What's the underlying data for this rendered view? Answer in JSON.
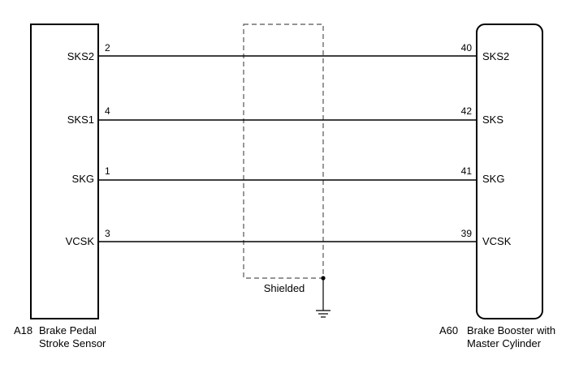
{
  "left_component": {
    "code": "A18",
    "name_line1": "Brake Pedal",
    "name_line2": "Stroke Sensor"
  },
  "right_component": {
    "code": "A60",
    "name_line1": "Brake Booster with",
    "name_line2": "Master Cylinder"
  },
  "shield": {
    "label": "Shielded"
  },
  "wires": [
    {
      "left_name": "SKS2",
      "left_pin": "2",
      "right_pin": "40",
      "right_name": "SKS2"
    },
    {
      "left_name": "SKS1",
      "left_pin": "4",
      "right_pin": "42",
      "right_name": "SKS"
    },
    {
      "left_name": "SKG",
      "left_pin": "1",
      "right_pin": "41",
      "right_name": "SKG"
    },
    {
      "left_name": "VCSK",
      "left_pin": "3",
      "right_pin": "39",
      "right_name": "VCSK"
    }
  ]
}
